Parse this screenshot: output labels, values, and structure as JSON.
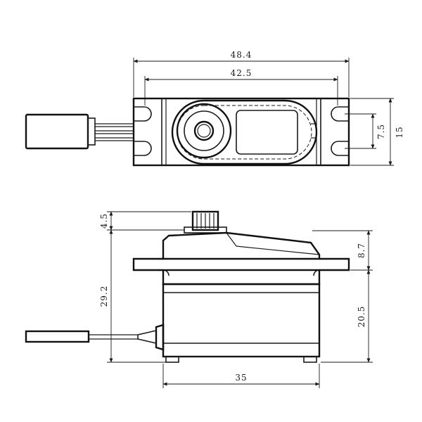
{
  "dimensions": {
    "overall_width": "48.4",
    "hole_spacing": "42.5",
    "height_top_view": "15",
    "hole_pitch": "7.5",
    "spline_height": "4.5",
    "total_height": "29.2",
    "upper_height": "8.7",
    "lower_height": "20.5",
    "body_width": "35"
  }
}
